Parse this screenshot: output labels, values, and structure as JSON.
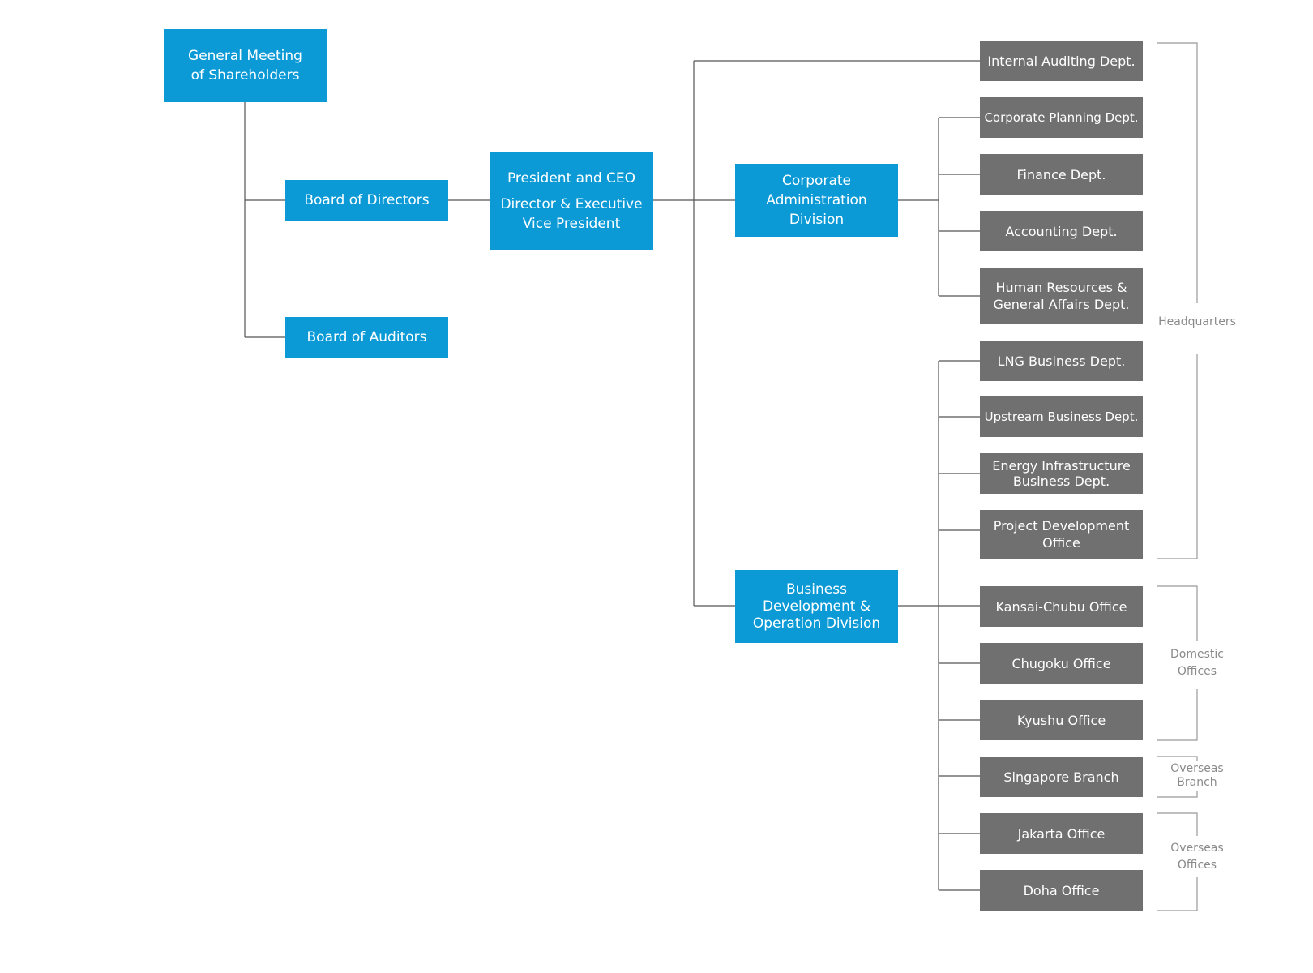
{
  "top": {
    "general_meeting": [
      "General Meeting",
      "of Shareholders"
    ],
    "board_of_directors": "Board of Directors",
    "board_of_auditors": "Board of Auditors",
    "president": [
      "President and CEO",
      "Director & Executive",
      "Vice President"
    ]
  },
  "divisions": {
    "corporate_admin": [
      "Corporate",
      "Administration",
      "Division"
    ],
    "business_dev": [
      "Business",
      "Development &",
      "Operation Division"
    ]
  },
  "departments": {
    "internal_auditing": "Internal Auditing Dept.",
    "corporate_planning": "Corporate Planning Dept.",
    "finance": "Finance Dept.",
    "accounting": "Accounting Dept.",
    "human_resources": [
      "Human Resources &",
      "General Affairs Dept."
    ],
    "lng_business": "LNG Business Dept.",
    "upstream_business": "Upstream Business Dept.",
    "energy_infrastructure": [
      "Energy Infrastructure",
      "Business Dept."
    ],
    "project_development": [
      "Project Development",
      "Office"
    ],
    "kansai_chubu": "Kansai-Chubu Office",
    "chugoku": "Chugoku Office",
    "kyushu": "Kyushu Office",
    "singapore": "Singapore Branch",
    "jakarta": "Jakarta Office",
    "doha": "Doha Office"
  },
  "groups": {
    "headquarters": "Headquarters",
    "domestic_offices": [
      "Domestic",
      "Offices"
    ],
    "overseas_branch": [
      "Overseas",
      "Branch"
    ],
    "overseas_offices": [
      "Overseas",
      "Offices"
    ]
  },
  "colors": {
    "blue_box": "#0b9ad6",
    "gray_box": "#707070",
    "connector": "#555555",
    "bracket": "#999999",
    "group_label": "#8a8a8a"
  }
}
